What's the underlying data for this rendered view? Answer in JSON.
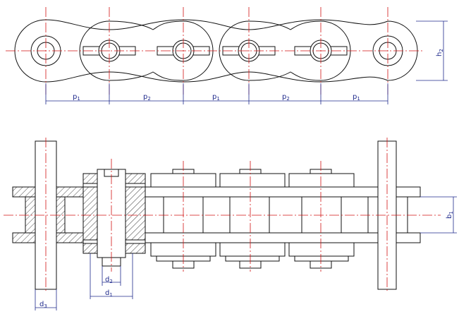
{
  "top_view": {
    "pitch_labels": [
      {
        "main": "p",
        "sub": "1"
      },
      {
        "main": "p",
        "sub": "2"
      },
      {
        "main": "p",
        "sub": "1"
      },
      {
        "main": "p",
        "sub": "2"
      },
      {
        "main": "p",
        "sub": "1"
      }
    ],
    "height_label": {
      "main": "h",
      "sub": "2"
    }
  },
  "section_view": {
    "d1_label": {
      "main": "d",
      "sub": "1"
    },
    "d2_label": {
      "main": "d",
      "sub": "2"
    },
    "d3_label": {
      "main": "d",
      "sub": "3"
    },
    "b1_label": {
      "main": "b",
      "sub": "1"
    }
  },
  "colors": {
    "outline": "#111111",
    "centerline": "#d21414",
    "dimension": "#1f2a8c",
    "hatch": "#111111"
  }
}
